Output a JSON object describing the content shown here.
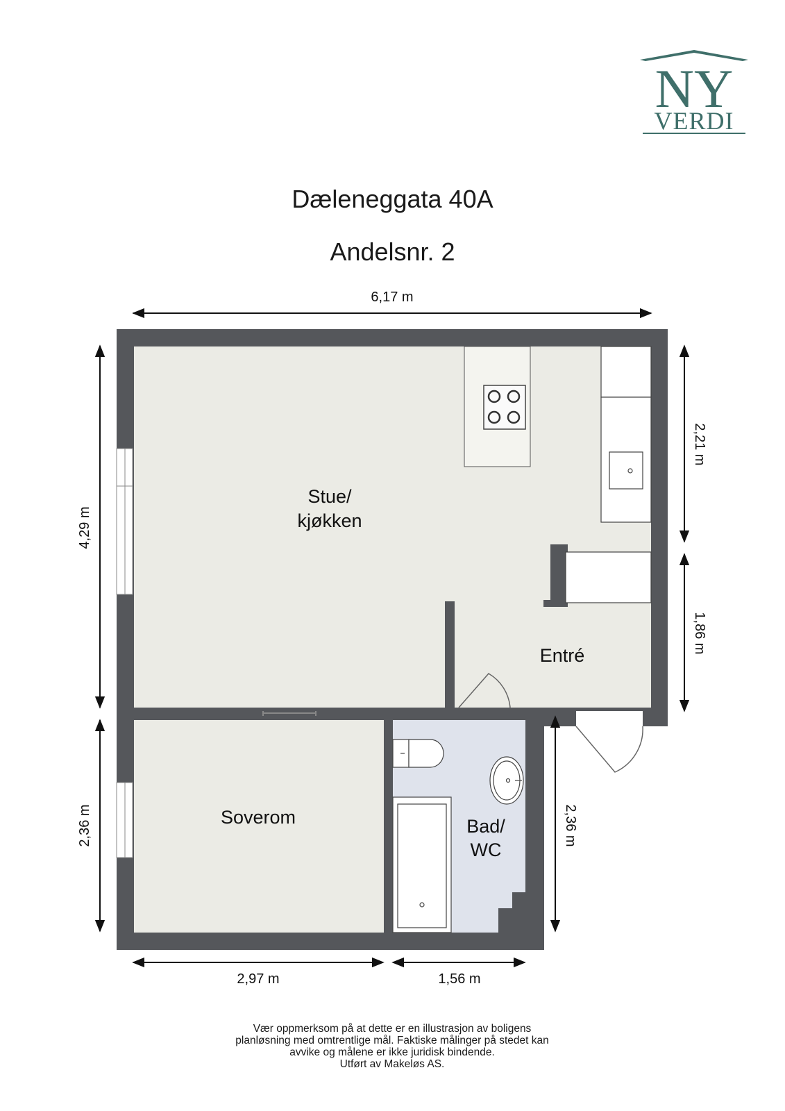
{
  "logo": {
    "line1": "NY",
    "line2": "VERDI",
    "color": "#3f6f6a"
  },
  "header": {
    "address": "Dæleneggata 40A",
    "unit": "Andelsnr. 2"
  },
  "dimensions": {
    "top_width": "6,17 m",
    "left_upper": "4,29 m",
    "left_lower": "2,36 m",
    "right_upper": "2,21 m",
    "right_middle": "1,86 m",
    "right_lower": "2,36 m",
    "bottom_left": "2,97 m",
    "bottom_right": "1,56 m"
  },
  "rooms": {
    "living_kitchen": [
      "Stue/",
      "kjøkken"
    ],
    "entrance": "Entré",
    "bedroom": "Soverom",
    "bathroom": [
      "Bad/",
      "WC"
    ]
  },
  "colors": {
    "wall": "#55575b",
    "floor": "#ebebe5",
    "bath_floor": "#dfe3ec",
    "fixture": "#ffffff"
  },
  "disclaimer": [
    "Vær oppmerksom på at dette er en illustrasjon av boligens",
    "planløsning med omtrentlige mål. Faktiske målinger på stedet kan",
    "avvike og målene er ikke juridisk bindende.",
    "Utført av Makeløs AS."
  ]
}
